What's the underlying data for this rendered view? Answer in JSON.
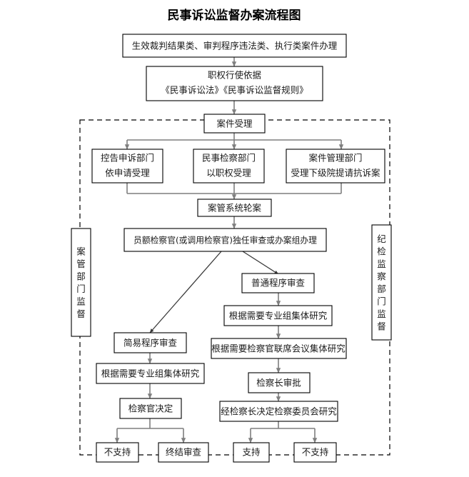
{
  "chart_data": {
    "type": "diagram",
    "title": "民事诉讼监督办案流程图",
    "diagram_kind": "flowchart",
    "orientation": "top-to-bottom",
    "nodes": [
      {
        "id": "n1",
        "label": "生效裁判结果类、审判程序违法类、执行类案件办理"
      },
      {
        "id": "n2",
        "label_line1": "职权行使依据",
        "label_line2": "《民事诉讼法》《民事诉讼监督规则》"
      },
      {
        "id": "n3",
        "label": "案件受理"
      },
      {
        "id": "n4",
        "label_line1": "控告申诉部门",
        "label_line2": "依申请受理"
      },
      {
        "id": "n5",
        "label_line1": "民事检察部门",
        "label_line2": "以职权受理"
      },
      {
        "id": "n6",
        "label_line1": "案件管理部门",
        "label_line2": "受理下级院提请抗诉案"
      },
      {
        "id": "n7",
        "label": "案管系统轮案"
      },
      {
        "id": "n8",
        "label": "员额检察官(或调用检察官)独任审查或办案组办理"
      },
      {
        "id": "n9",
        "label": "简易程序审查"
      },
      {
        "id": "n10",
        "label": "根据需要专业组集体研究"
      },
      {
        "id": "n11",
        "label": "检察官决定"
      },
      {
        "id": "n12",
        "label": "普通程序审查"
      },
      {
        "id": "n13",
        "label": "根据需要专业组集体研究"
      },
      {
        "id": "n14",
        "label": "根据需要检察官联席会议集体研究"
      },
      {
        "id": "n15",
        "label": "检察长审批"
      },
      {
        "id": "n16",
        "label": "经检察长决定检察委员会研究"
      },
      {
        "id": "n17",
        "label": "不支持"
      },
      {
        "id": "n18",
        "label": "终结审查"
      },
      {
        "id": "n19",
        "label": "支持"
      },
      {
        "id": "n20",
        "label": "不支持"
      },
      {
        "id": "s1",
        "label": "案管部门监督",
        "orientation": "vertical"
      },
      {
        "id": "s2",
        "label": "纪检监察部门监督",
        "orientation": "vertical"
      }
    ],
    "edges": [
      {
        "from": "n1",
        "to": "n2"
      },
      {
        "from": "n2",
        "to": "n3"
      },
      {
        "from": "n3",
        "to": "n4"
      },
      {
        "from": "n3",
        "to": "n5"
      },
      {
        "from": "n3",
        "to": "n6"
      },
      {
        "from": "n4",
        "to": "n7"
      },
      {
        "from": "n5",
        "to": "n7"
      },
      {
        "from": "n6",
        "to": "n7"
      },
      {
        "from": "n7",
        "to": "n8"
      },
      {
        "from": "n8",
        "to": "n9"
      },
      {
        "from": "n8",
        "to": "n12"
      },
      {
        "from": "n9",
        "to": "n10"
      },
      {
        "from": "n10",
        "to": "n11"
      },
      {
        "from": "n11",
        "to": "n17"
      },
      {
        "from": "n11",
        "to": "n18"
      },
      {
        "from": "n12",
        "to": "n13"
      },
      {
        "from": "n13",
        "to": "n14"
      },
      {
        "from": "n14",
        "to": "n15"
      },
      {
        "from": "n15",
        "to": "n16"
      },
      {
        "from": "n16",
        "to": "n19"
      },
      {
        "from": "n16",
        "to": "n20"
      }
    ],
    "colors": {
      "box_stroke": "#000000",
      "box_fill": "#ffffff",
      "connector": "#7f7f7f",
      "text": "#1a1a1a",
      "dashed_boundary": "#000000"
    },
    "annotations": [
      "Dashed rectangle encloses the supervised process region.",
      "案管部门监督 label sits on the left boundary of the dashed region.",
      "纪检监察部门监督 label sits on the right boundary of the dashed region."
    ]
  },
  "title": "民事诉讼监督办案流程图",
  "boxes": {
    "n1": "生效裁判结果类、审判程序违法类、执行类案件办理",
    "n2_l1": "职权行使依据",
    "n2_l2": "《民事诉讼法》《民事诉讼监督规则》",
    "n3": "案件受理",
    "n4_l1": "控告申诉部门",
    "n4_l2": "依申请受理",
    "n5_l1": "民事检察部门",
    "n5_l2": "以职权受理",
    "n6_l1": "案件管理部门",
    "n6_l2": "受理下级院提请抗诉案",
    "n7": "案管系统轮案",
    "n8": "员额检察官(或调用检察官)独任审查或办案组办理",
    "n9": "简易程序审查",
    "n10": "根据需要专业组集体研究",
    "n11": "检察官决定",
    "n12": "普通程序审查",
    "n13": "根据需要专业组集体研究",
    "n14": "根据需要检察官联席会议集体研究",
    "n15": "检察长审批",
    "n16": "经检察长决定检察委员会研究",
    "n17": "不支持",
    "n18": "终结审查",
    "n19": "支持",
    "n20": "不支持"
  },
  "side_labels": {
    "left": "案管部门监督",
    "right": "纪检监察部门监督"
  }
}
